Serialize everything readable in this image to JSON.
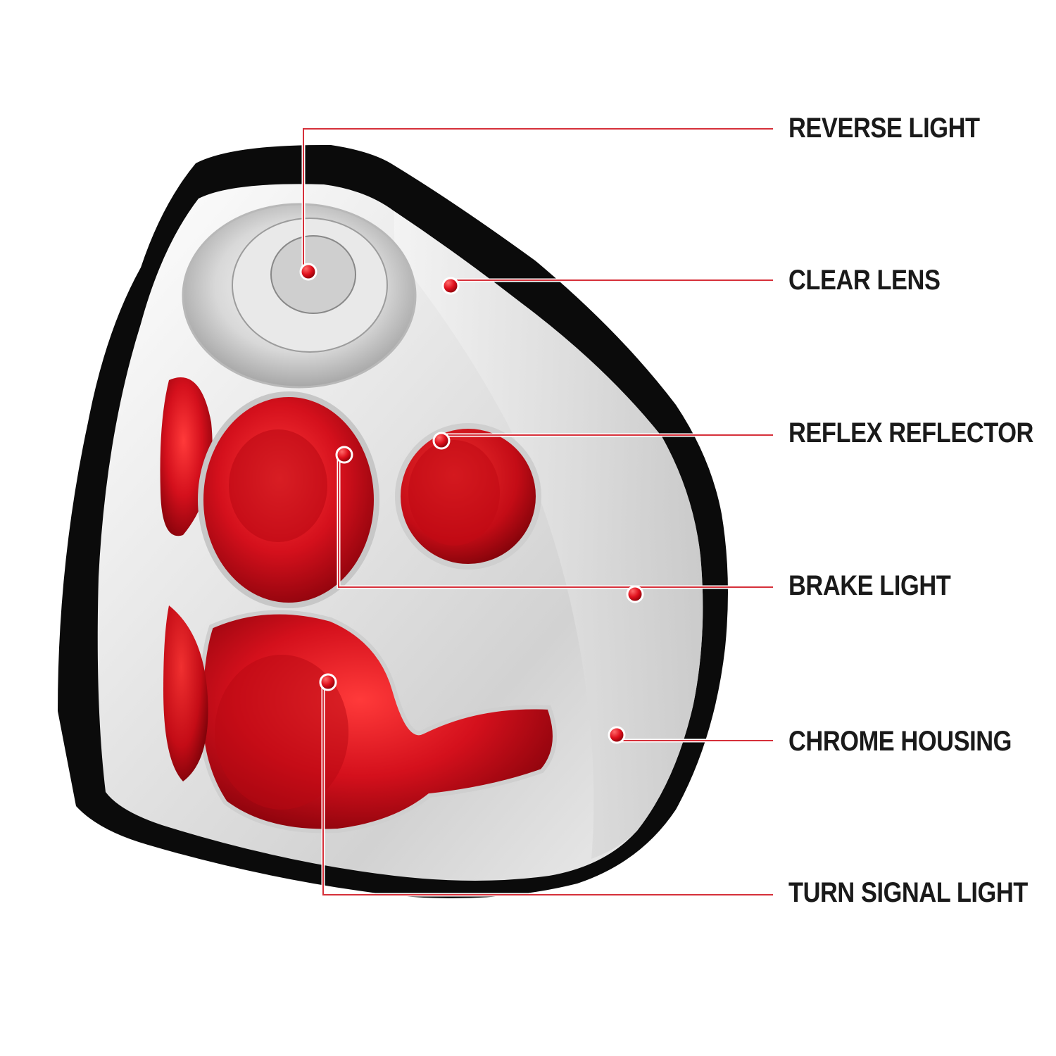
{
  "callouts": [
    {
      "id": "reverse_light",
      "label": "REVERSE LIGHT"
    },
    {
      "id": "clear_lens",
      "label": "CLEAR LENS"
    },
    {
      "id": "reflex_reflector",
      "label": "REFLEX REFLECTOR"
    },
    {
      "id": "brake_light",
      "label": "BRAKE LIGHT"
    },
    {
      "id": "chrome_housing",
      "label": "CHROME HOUSING"
    },
    {
      "id": "turn_signal_light",
      "label": "TURN SIGNAL LIGHT"
    }
  ],
  "colors": {
    "leader_line": "#d6303a",
    "leader_line_highlight": "#ffffff",
    "marker_dot": "#e0101c",
    "housing_trim": "#0b0b0b",
    "lens_red": "#d4101c",
    "chrome": "#e4e4e4",
    "label_text": "#1a1a1a"
  },
  "product_image": {
    "subject": "tail-light-assembly"
  }
}
